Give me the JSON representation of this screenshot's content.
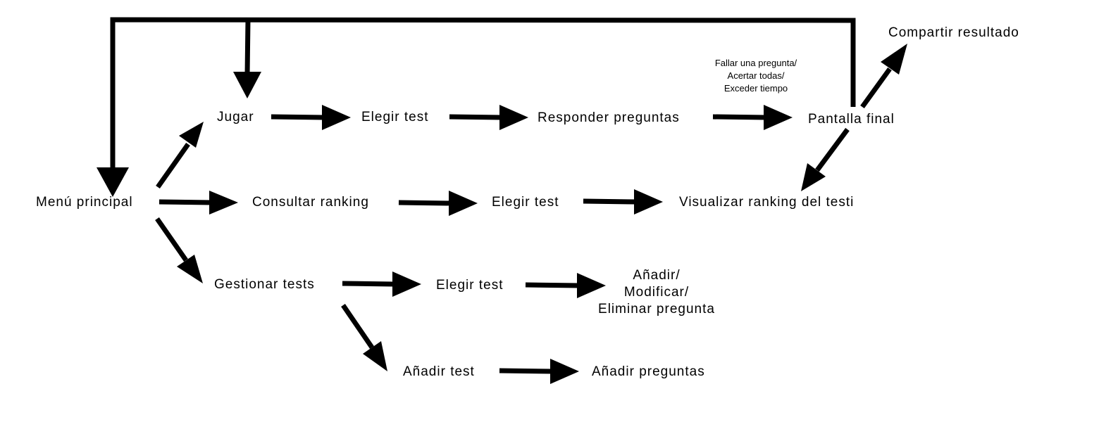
{
  "diagram": {
    "nodes": {
      "menu_principal": "Menú principal",
      "jugar": "Jugar",
      "consultar_ranking": "Consultar ranking",
      "gestionar_tests": "Gestionar tests",
      "elegir_test_jugar": "Elegir test",
      "responder_preguntas": "Responder preguntas",
      "pantalla_final": "Pantalla final",
      "compartir_resultado": "Compartir resultado",
      "elegir_test_ranking": "Elegir test",
      "visualizar_ranking": "Visualizar ranking del testi",
      "elegir_test_gestion": "Elegir test",
      "modificar_line1": "Añadir/",
      "modificar_line2": "Modificar/",
      "modificar_line3": "Eliminar pregunta",
      "anadir_test": "Añadir test",
      "anadir_preguntas": "Añadir preguntas"
    },
    "end_condition": {
      "line1": "Fallar una pregunta/",
      "line2": "Acertar todas/",
      "line3": "Exceder tiempo"
    },
    "edges": [
      {
        "from": "menu_principal",
        "to": "jugar"
      },
      {
        "from": "menu_principal",
        "to": "consultar_ranking"
      },
      {
        "from": "menu_principal",
        "to": "gestionar_tests"
      },
      {
        "from": "jugar",
        "to": "elegir_test_jugar"
      },
      {
        "from": "elegir_test_jugar",
        "to": "responder_preguntas"
      },
      {
        "from": "responder_preguntas",
        "to": "pantalla_final"
      },
      {
        "from": "pantalla_final",
        "to": "compartir_resultado"
      },
      {
        "from": "pantalla_final",
        "to": "visualizar_ranking"
      },
      {
        "from": "pantalla_final",
        "to": "menu_principal"
      },
      {
        "from": "pantalla_final",
        "to": "jugar"
      },
      {
        "from": "consultar_ranking",
        "to": "elegir_test_ranking"
      },
      {
        "from": "elegir_test_ranking",
        "to": "visualizar_ranking"
      },
      {
        "from": "gestionar_tests",
        "to": "elegir_test_gestion"
      },
      {
        "from": "elegir_test_gestion",
        "to": "modificar"
      },
      {
        "from": "gestionar_tests",
        "to": "anadir_test"
      },
      {
        "from": "anadir_test",
        "to": "anadir_preguntas"
      }
    ]
  }
}
